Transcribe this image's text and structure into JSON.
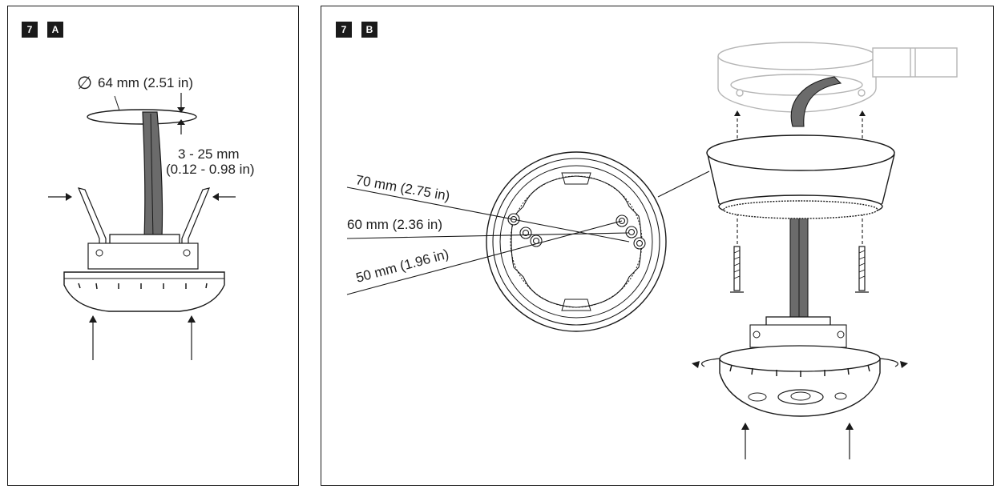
{
  "panel_a": {
    "step": "7",
    "letter": "A",
    "diameter_symbol": "∅",
    "diameter_label": "64 mm (2.51 in)",
    "thickness_mm": "3 - 25 mm",
    "thickness_in": "(0.12 - 0.98 in)"
  },
  "panel_b": {
    "step": "7",
    "letter": "B",
    "spacing_70": "70 mm (2.75 in)",
    "spacing_60": "60 mm (2.36 in)",
    "spacing_50": "50 mm (1.96 in)"
  },
  "colors": {
    "line": "#1a1a1a",
    "cable": "#6b6b6b",
    "box": "#b5b5b5"
  }
}
